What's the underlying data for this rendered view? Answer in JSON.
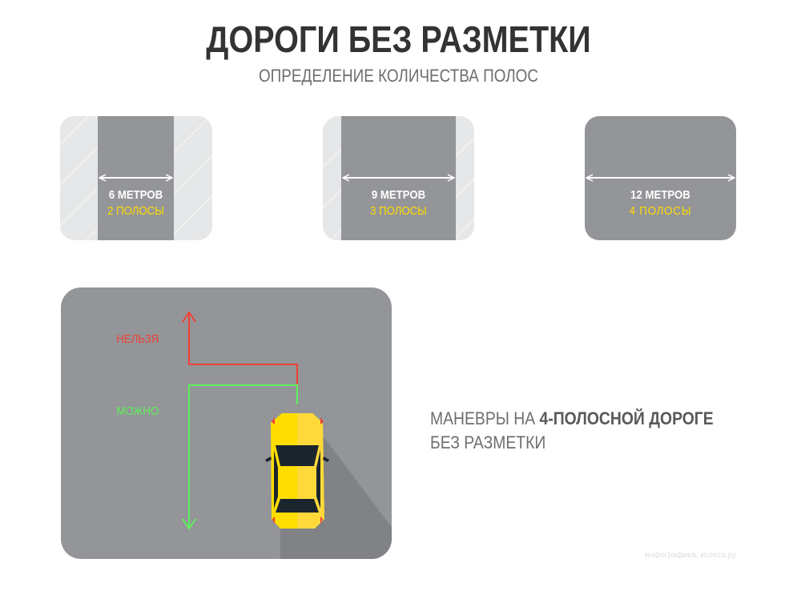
{
  "header": {
    "title": "ДОРОГИ БЕЗ РАЗМЕТКИ",
    "subtitle": "ОПРЕДЕЛЕНИЕ КОЛИЧЕСТВА ПОЛОС"
  },
  "roads": [
    {
      "width": "6 МЕТРОВ",
      "lanes": "2 ПОЛОСЫ"
    },
    {
      "width": "9 МЕТРОВ",
      "lanes": "3 ПОЛОСЫ"
    },
    {
      "width": "12 МЕТРОВ",
      "lanes": "4 ПОЛОСЫ"
    }
  ],
  "maneuver": {
    "forbidden": "НЕЛЬЗЯ",
    "allowed": "МОЖНО",
    "caption_normal": "МАНЕВРЫ НА ",
    "caption_bold": "4-ПОЛОСНОЙ ДОРОГЕ",
    "caption_line2": "БЕЗ РАЗМЕТКИ"
  },
  "credit": "инфографика: колеса.ру",
  "colors": {
    "road": "#939598",
    "shoulder": "#e6e7e8",
    "lanes": "#ffdd00",
    "forbidden": "#ef4036",
    "allowed": "#5ef05a",
    "car": "#ffdd00"
  }
}
